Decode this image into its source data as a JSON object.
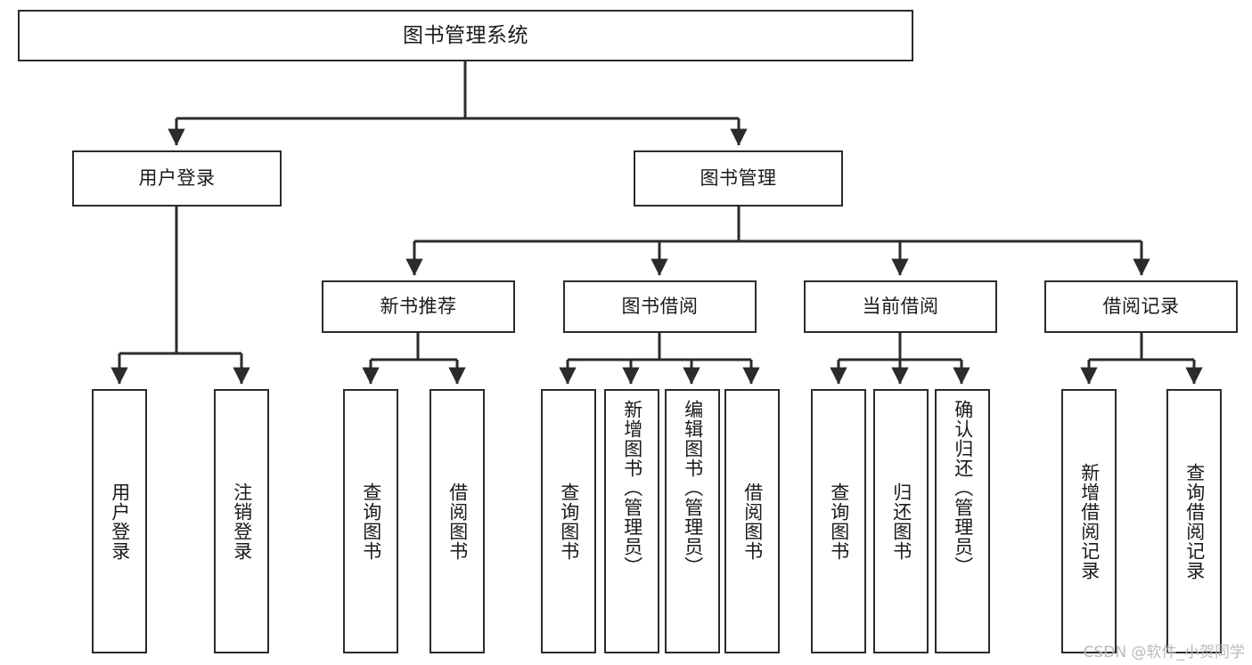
{
  "diagram": {
    "title": "图书管理系统",
    "type": "tree",
    "watermark": "CSDN @软件_小贺同学",
    "colors": {
      "box_border": "#2b2b2b",
      "box_fill": "#ffffff",
      "edge": "#2b2b2b",
      "text": "#1a1a1a",
      "watermark": "#b9b9b9"
    },
    "root": {
      "id": "root",
      "label": "图书管理系统"
    },
    "level2": [
      {
        "id": "login",
        "label": "用户登录"
      },
      {
        "id": "bookmgmt",
        "label": "图书管理"
      }
    ],
    "level3": [
      {
        "id": "newbook",
        "label": "新书推荐",
        "parent": "bookmgmt"
      },
      {
        "id": "borrow",
        "label": "图书借阅",
        "parent": "bookmgmt"
      },
      {
        "id": "current",
        "label": "当前借阅",
        "parent": "bookmgmt"
      },
      {
        "id": "record",
        "label": "借阅记录",
        "parent": "bookmgmt"
      }
    ],
    "leaves": [
      {
        "id": "leaf-login-1",
        "label": "用户登录",
        "parent": "login"
      },
      {
        "id": "leaf-login-2",
        "label": "注销登录",
        "parent": "login"
      },
      {
        "id": "leaf-newbook-1",
        "label": "查询图书",
        "parent": "newbook"
      },
      {
        "id": "leaf-newbook-2",
        "label": "借阅图书",
        "parent": "newbook"
      },
      {
        "id": "leaf-borrow-1",
        "label": "查询图书",
        "parent": "borrow"
      },
      {
        "id": "leaf-borrow-2",
        "label": "新增图书（管理员）",
        "parent": "borrow"
      },
      {
        "id": "leaf-borrow-3",
        "label": "编辑图书（管理员）",
        "parent": "borrow"
      },
      {
        "id": "leaf-borrow-4",
        "label": "借阅图书",
        "parent": "borrow"
      },
      {
        "id": "leaf-current-1",
        "label": "查询图书",
        "parent": "current"
      },
      {
        "id": "leaf-current-2",
        "label": "归还图书",
        "parent": "current"
      },
      {
        "id": "leaf-current-3",
        "label": "确认归还（管理员）",
        "parent": "current"
      },
      {
        "id": "leaf-record-1",
        "label": "新增借阅记录",
        "parent": "record"
      },
      {
        "id": "leaf-record-2",
        "label": "查询借阅记录",
        "parent": "record"
      }
    ]
  }
}
